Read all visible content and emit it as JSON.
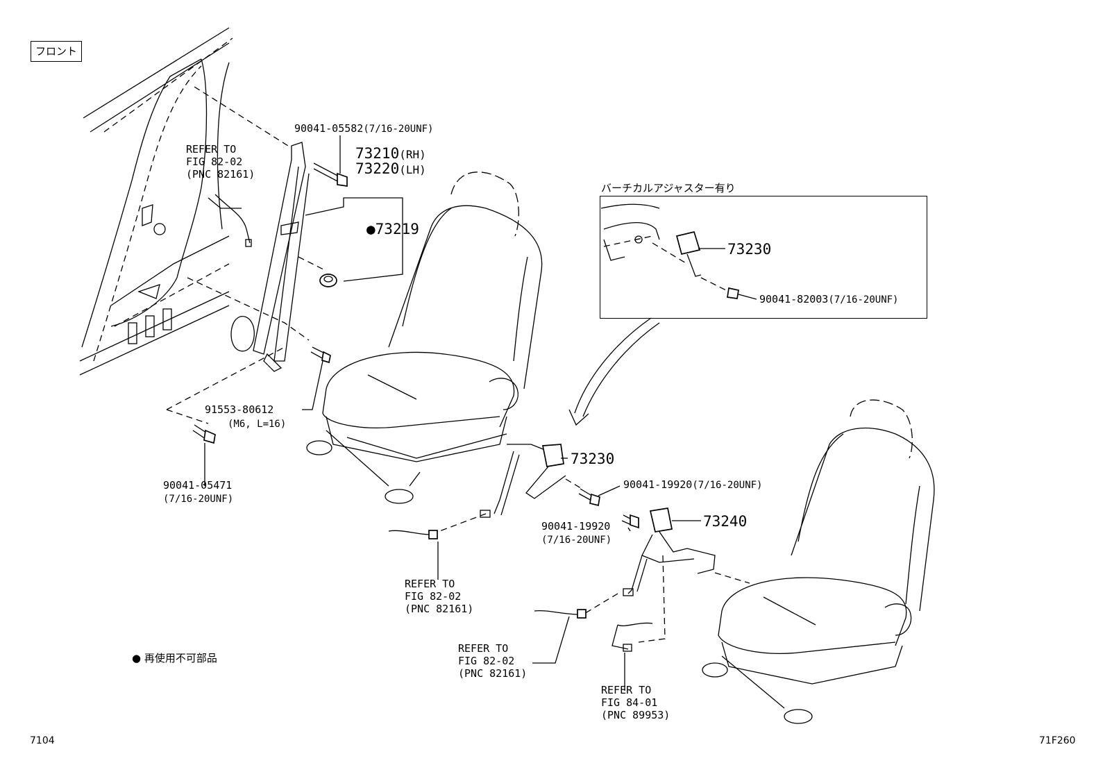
{
  "front_label": "フロント",
  "inset_title": "バーチカルアジャスター有り",
  "legend": {
    "bullet": "●",
    "text": "再使用不可部品"
  },
  "footer": {
    "left": "7104",
    "right": "71F260"
  },
  "callouts": {
    "bolt_05582": "90041-05582",
    "bolt_05582_spec": "(7/16-20UNF)",
    "belt_rh": "73210",
    "belt_rh_side": "(RH)",
    "belt_lh": "73220",
    "belt_lh_side": "(LH)",
    "cover_marker": "●",
    "cover": "73219",
    "screw_80612": "91553-80612",
    "screw_80612_spec": "(M6, L=16)",
    "bolt_05471": "90041-05471",
    "bolt_05471_spec": "(7/16-20UNF)",
    "buckle_outer": "73230",
    "bolt_19920_a": "90041-19920",
    "bolt_19920_a_spec": "(7/16-20UNF)",
    "bolt_19920_b": "90041-19920",
    "bolt_19920_b_spec": "(7/16-20UNF)",
    "buckle_inner": "73240",
    "inset_buckle": "73230",
    "inset_nut": "90041-82003",
    "inset_nut_spec": "(7/16-20UNF)"
  },
  "references": {
    "ref_pillar": [
      "REFER TO",
      "FIG 82-02",
      "(PNC 82161)"
    ],
    "ref_seat_a": [
      "REFER TO",
      "FIG 82-02",
      "(PNC 82161)"
    ],
    "ref_seat_b": [
      "REFER TO",
      "FIG 82-02",
      "(PNC 82161)"
    ],
    "ref_seat_c": [
      "REFER TO",
      "FIG 84-01",
      "(PNC 89953)"
    ]
  }
}
